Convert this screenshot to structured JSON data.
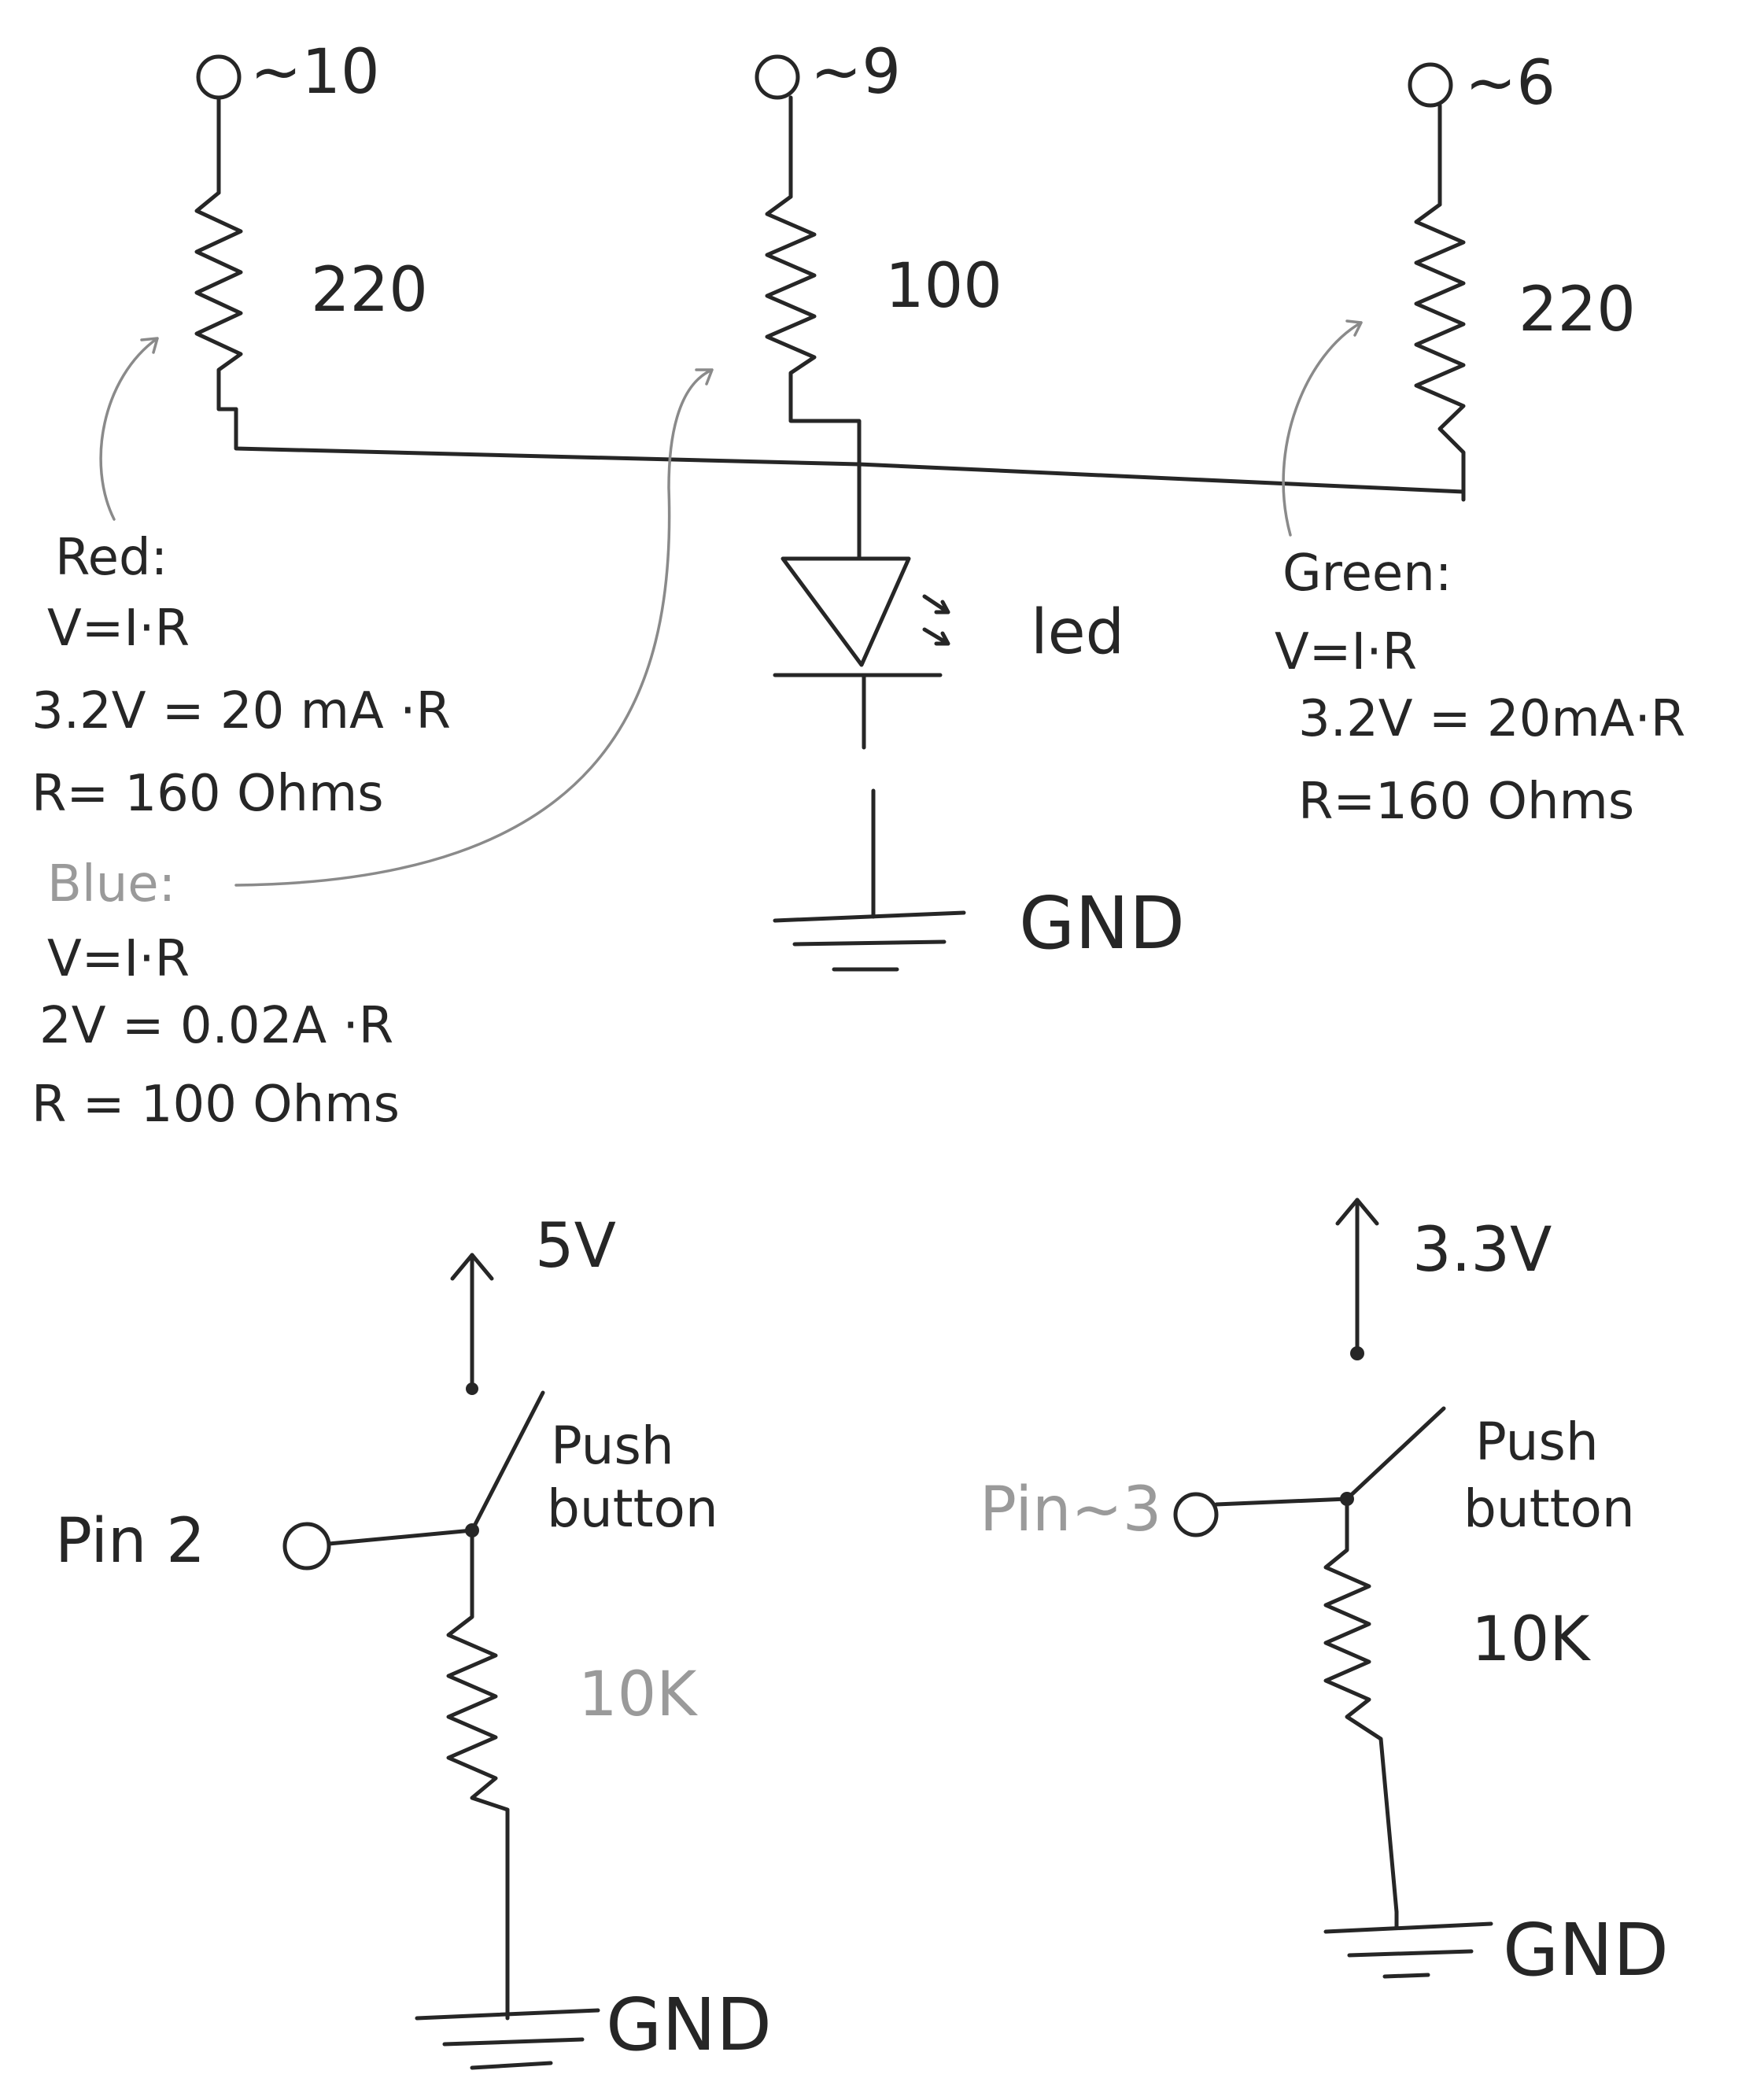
{
  "rgb_circuit": {
    "pins": [
      "~10",
      "~9",
      "~6"
    ],
    "resistors": [
      "220",
      "100",
      "220"
    ],
    "led_label": "led",
    "ground_label": "GND"
  },
  "calculations": {
    "red": {
      "title": "Red:",
      "lines": [
        "V=I·R",
        "3.2V = 20 mA ·R",
        "R= 160 Ohms"
      ]
    },
    "blue": {
      "title": "Blue:",
      "lines": [
        "V=I·R",
        "2V = 0.02A ·R",
        "R = 100 Ohms"
      ]
    },
    "green": {
      "title": "Green:",
      "lines": [
        "V=I·R",
        "3.2V = 20mA·R",
        "R=160 Ohms"
      ]
    }
  },
  "button_circuit_left": {
    "supply": "5V",
    "pin": "Pin 2",
    "switch": [
      "Push",
      "button"
    ],
    "resistor": "10K",
    "ground_label": "GND"
  },
  "button_circuit_right": {
    "supply": "3.3V",
    "pin": "Pin~3",
    "switch": [
      "Push",
      "button"
    ],
    "resistor": "10K",
    "ground_label": "GND"
  }
}
